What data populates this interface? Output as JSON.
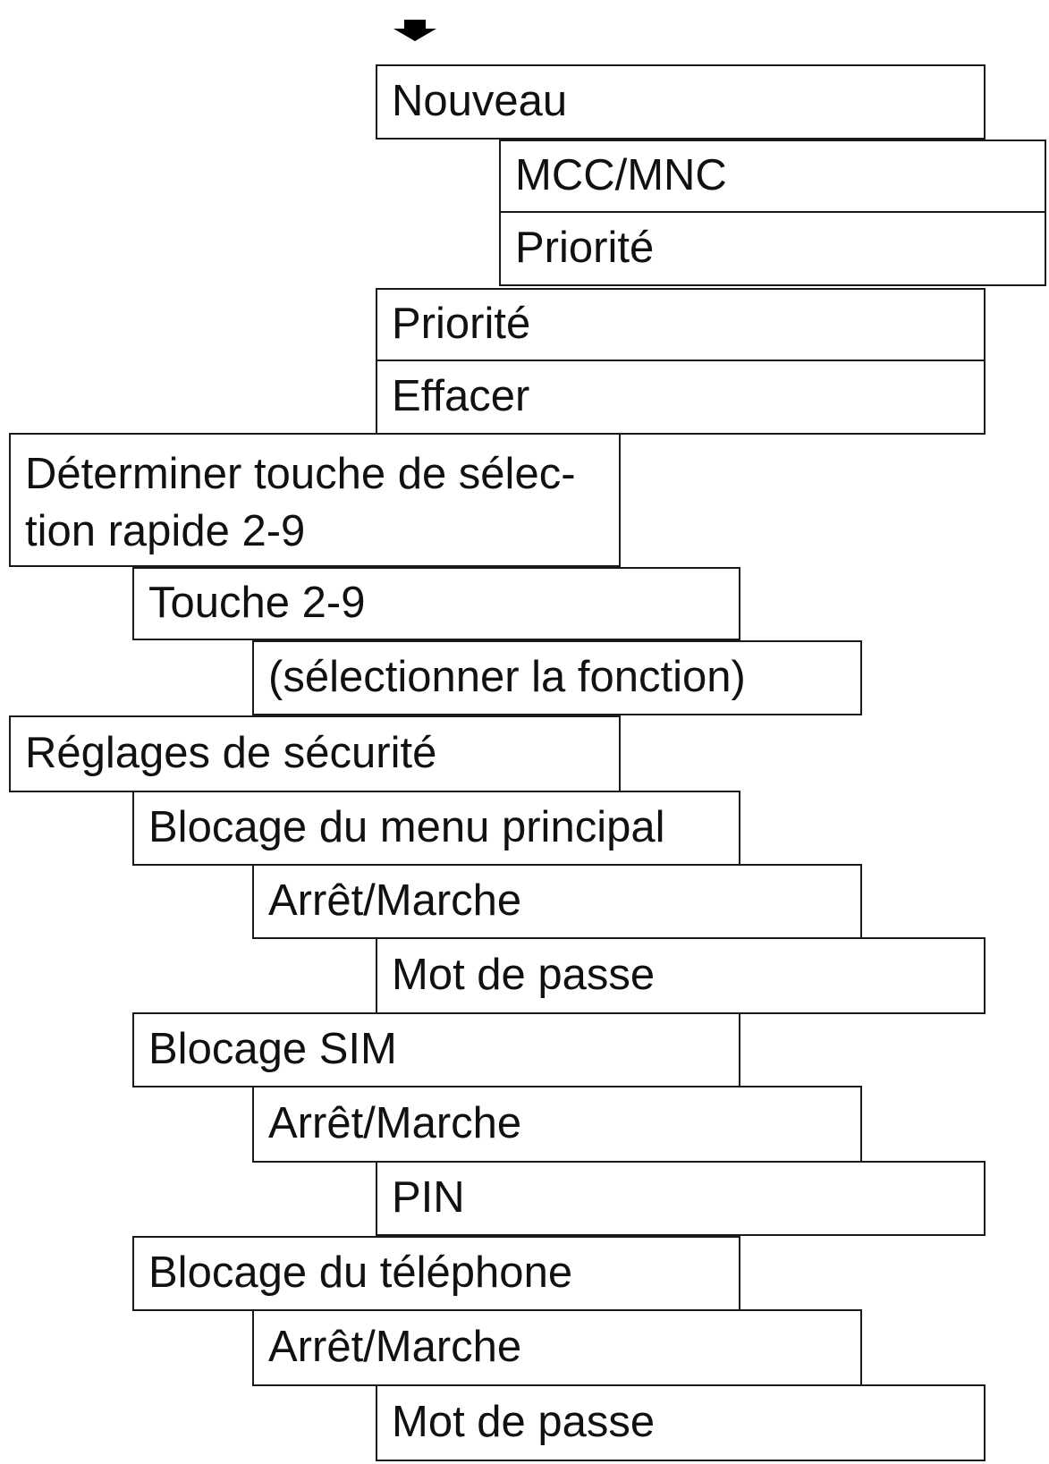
{
  "menu": {
    "items": [
      {
        "id": "nouveau",
        "label": "Nouveau"
      },
      {
        "id": "mcc-mnc",
        "label": "MCC/MNC"
      },
      {
        "id": "priorite-sub",
        "label": "Priorité"
      },
      {
        "id": "priorite",
        "label": "Priorité"
      },
      {
        "id": "effacer",
        "label": "Effacer"
      },
      {
        "id": "determiner",
        "label": "Déterminer touche de sélec-",
        "label2": "tion rapide 2-9"
      },
      {
        "id": "touche",
        "label": "Touche 2-9"
      },
      {
        "id": "selectionner",
        "label": "(sélectionner la fonction)"
      },
      {
        "id": "reglages",
        "label": "Réglages de sécurité"
      },
      {
        "id": "blocage-menu",
        "label": "Blocage du menu principal"
      },
      {
        "id": "arret-marche-1",
        "label": "Arrêt/Marche"
      },
      {
        "id": "mot-de-passe-1",
        "label": "Mot de passe"
      },
      {
        "id": "blocage-sim",
        "label": "Blocage SIM"
      },
      {
        "id": "arret-marche-2",
        "label": "Arrêt/Marche"
      },
      {
        "id": "pin",
        "label": "PIN"
      },
      {
        "id": "blocage-telephone",
        "label": "Blocage du téléphone"
      },
      {
        "id": "arret-marche-3",
        "label": "Arrêt/Marche"
      },
      {
        "id": "mot-de-passe-2",
        "label": "Mot de passe"
      }
    ]
  }
}
